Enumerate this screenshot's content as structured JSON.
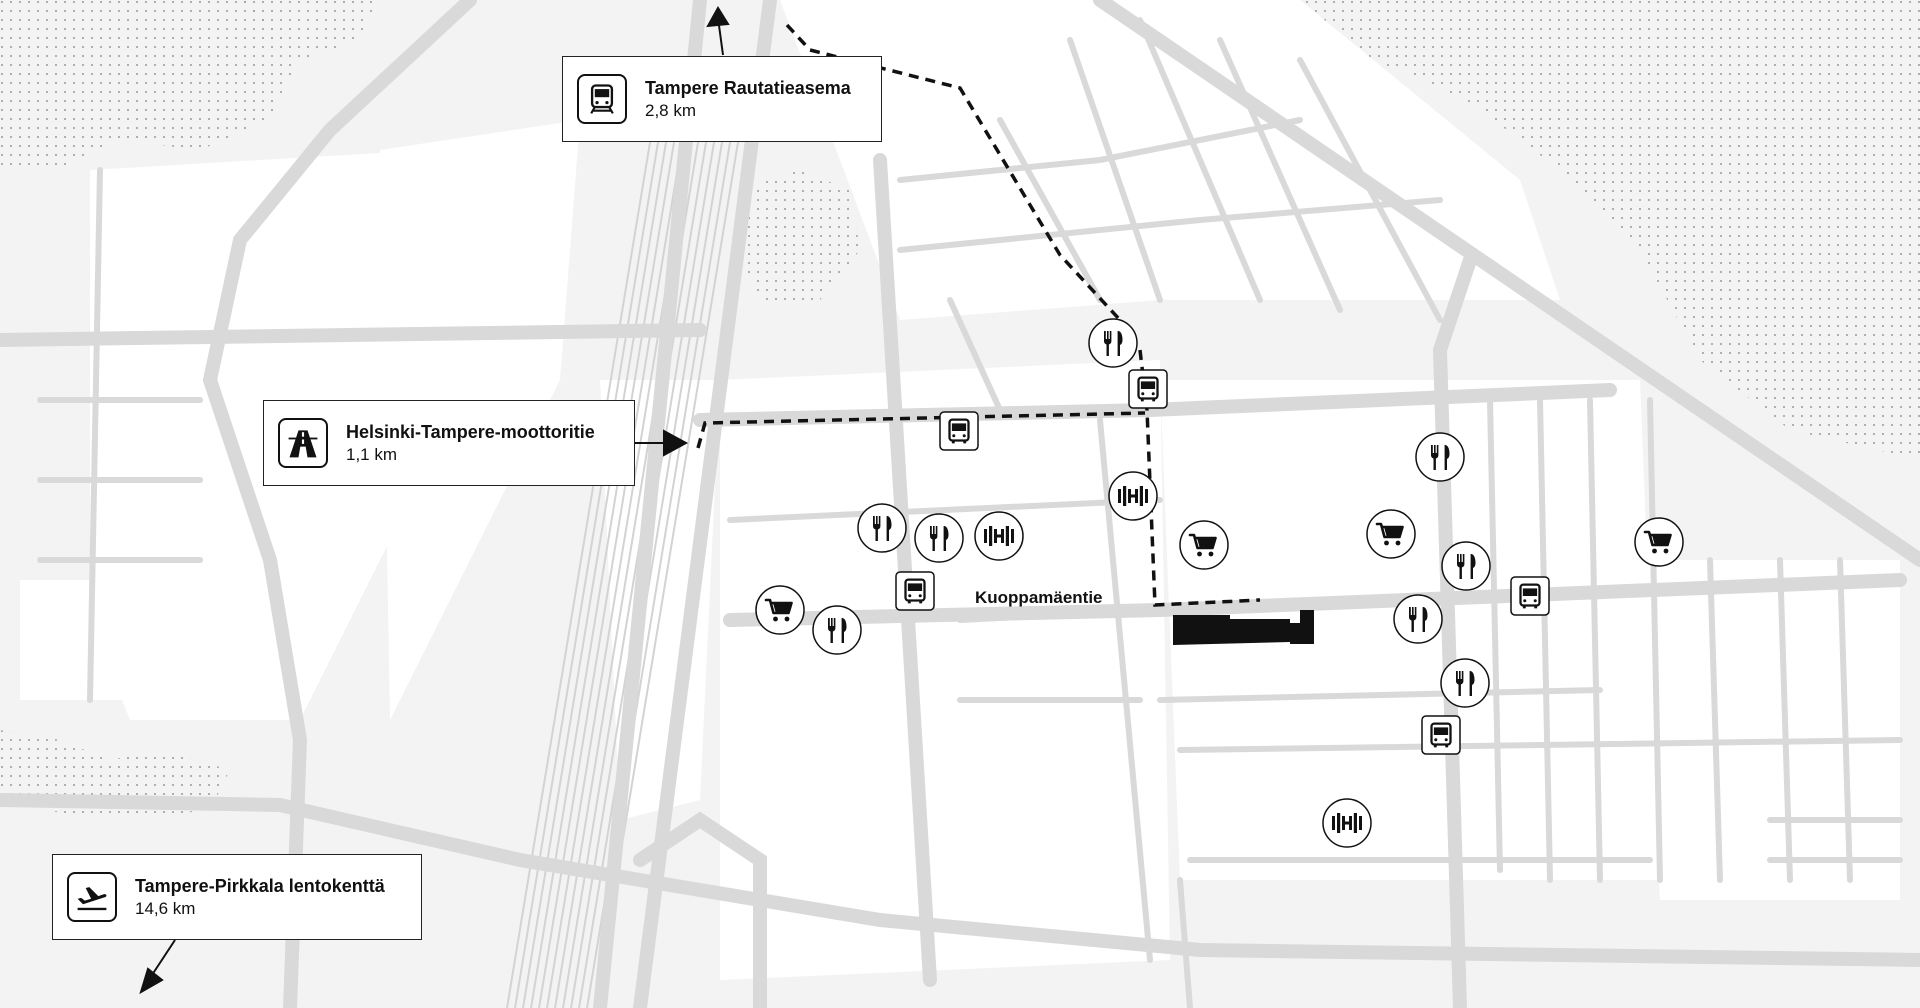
{
  "callouts": {
    "rail": {
      "name": "Tampere Rautatieasema",
      "distance": "2,8 km",
      "icon": "train-icon"
    },
    "motorway": {
      "name": "Helsinki-Tampere-moottoritie",
      "distance": "1,1 km",
      "icon": "motorway-icon"
    },
    "airport": {
      "name": "Tampere-Pirkkala lentokenttä",
      "distance": "14,6 km",
      "icon": "airplane-icon"
    }
  },
  "streets": {
    "main": "Kuoppamäentie"
  },
  "colors": {
    "land": "#f3f3f3",
    "road": "#d9d9d9",
    "block": "#ffffff",
    "route": "#111111",
    "building": "#111111"
  }
}
